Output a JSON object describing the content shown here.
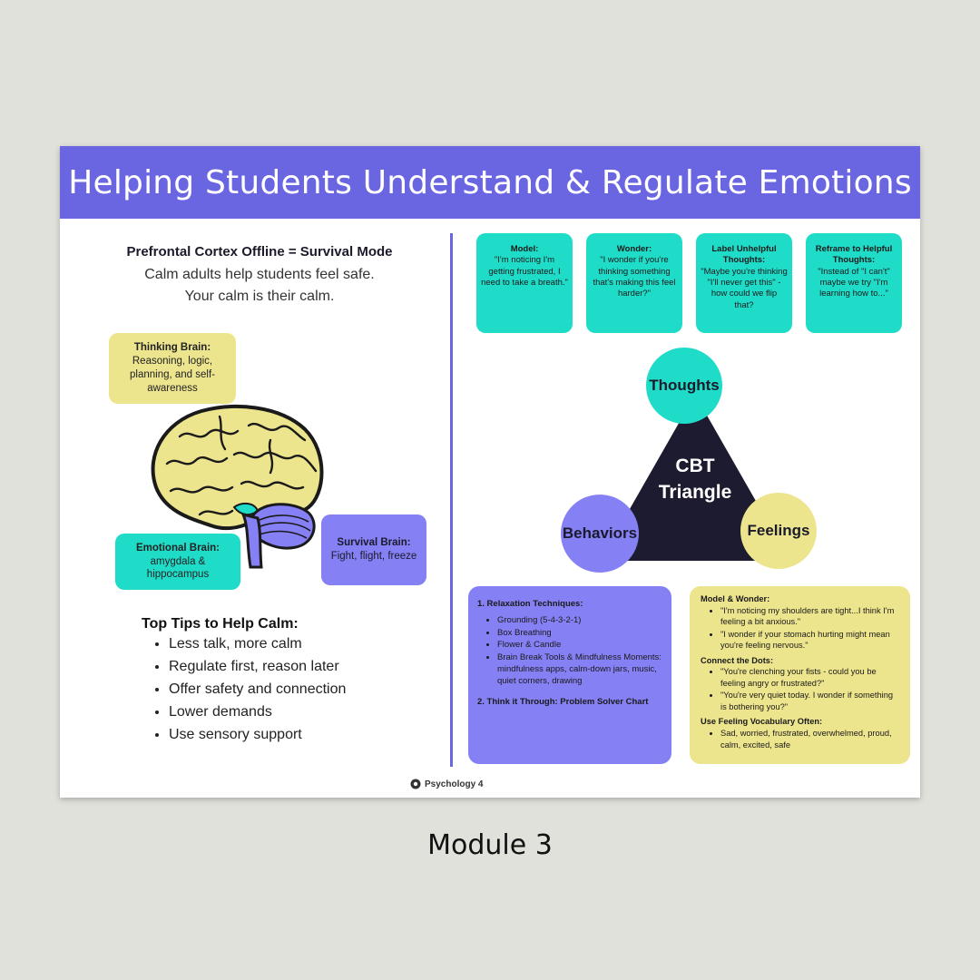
{
  "title": "Helping Students Understand & Regulate Emotions",
  "left": {
    "heading": "Prefrontal Cortex Offline = Survival Mode",
    "line1": "Calm adults help students feel safe.",
    "line2": "Your calm is their calm.",
    "thinking_brain": {
      "label": "Thinking Brain:",
      "text": "Reasoning, logic, planning, and self-awareness"
    },
    "emotional_brain": {
      "label": "Emotional Brain:",
      "text": "amygdala & hippocampus"
    },
    "survival_brain": {
      "label": "Survival Brain:",
      "text": "Fight, flight, freeze"
    },
    "tips_heading": "Top Tips to Help Calm:",
    "tips": [
      "Less talk, more calm",
      "Regulate first, reason later",
      "Offer safety and connection",
      "Lower demands",
      "Use sensory support"
    ]
  },
  "prompts": [
    {
      "label": "Model:",
      "text": "\"I'm noticing I'm getting frustrated, I need to take a breath.\""
    },
    {
      "label": "Wonder:",
      "text": "\"I wonder if you're thinking something that's making this feel harder?\""
    },
    {
      "label": "Label Unhelpful Thoughts:",
      "text": "\"Maybe you're thinking \"I'll never get this\" - how could we flip that?"
    },
    {
      "label": "Reframe to Helpful Thoughts:",
      "text": "\"Instead of \"I can't\" maybe we try \"I'm learning how to...\""
    }
  ],
  "cbt": {
    "center_line1": "CBT",
    "center_line2": "Triangle",
    "thoughts": "Thoughts",
    "behaviors": "Behaviors",
    "feelings": "Feelings"
  },
  "strategies": {
    "section1": "1. Relaxation Techniques:",
    "items": [
      "Grounding (5-4-3-2-1)",
      "Box Breathing",
      "Flower & Candle",
      "Brain Break Tools & Mindfulness Moments: mindfulness apps, calm-down jars, music, quiet corners, drawing"
    ],
    "section2": "2. Think it Through: Problem Solver Chart"
  },
  "language": {
    "h1": "Model & Wonder:",
    "h1_items": [
      "\"I'm noticing my shoulders are tight...I think I'm feeling a bit anxious.\"",
      "\"I wonder if your stomach hurting might mean you're feeling nervous.\""
    ],
    "h2": "Connect the Dots:",
    "h2_items": [
      "\"You're clenching your fists - could you be feeling angry or frustrated?\"",
      "\"You're very quiet today. I wonder if something is bothering you?\""
    ],
    "h3": "Use Feeling Vocabulary Often:",
    "h3_items": [
      "Sad, worried, frustrated, overwhelmed, proud, calm, excited, safe"
    ]
  },
  "footer_brand": "Psychology 4",
  "caption": "Module 3",
  "colors": {
    "purple": "#6a66e2",
    "teal": "#1fdcc9",
    "yellow": "#ede58e",
    "lavender": "#8680f5",
    "navy": "#1c1b30"
  }
}
